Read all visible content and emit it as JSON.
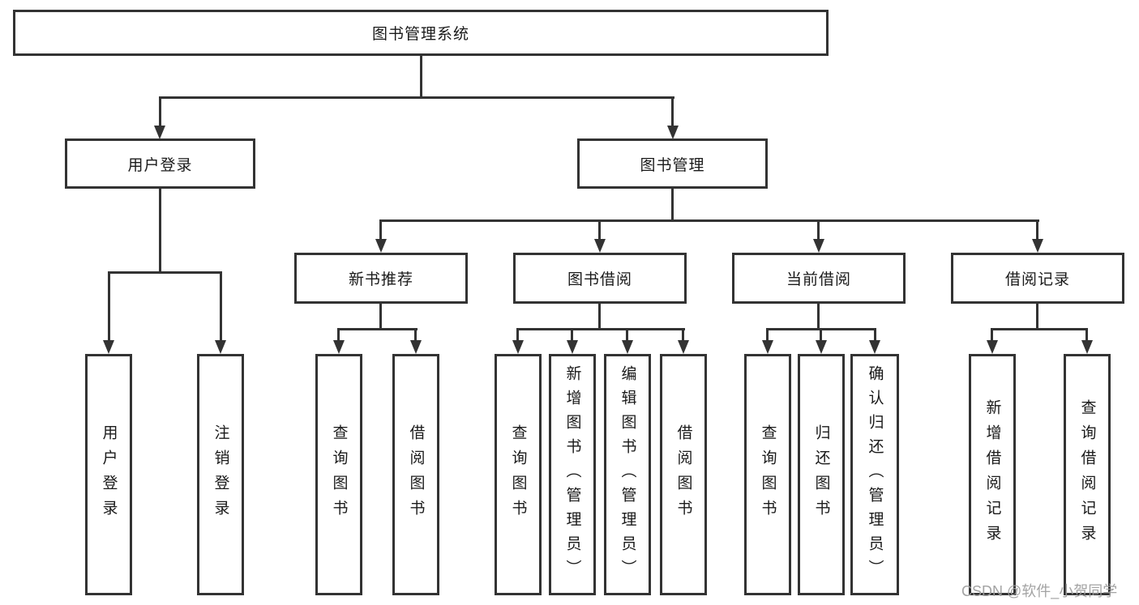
{
  "colors": {
    "line": "#333333",
    "text": "#1a1a1a",
    "watermark": "#9e9e9e"
  },
  "root": {
    "label": "图书管理系统"
  },
  "branches": [
    {
      "label": "用户登录",
      "children": [
        "用户登录",
        "注销登录"
      ]
    },
    {
      "label": "图书管理",
      "children": [
        {
          "label": "新书推荐",
          "children": [
            "查询图书",
            "借阅图书"
          ]
        },
        {
          "label": "图书借阅",
          "children": [
            "查询图书",
            "新增图书（管理员）",
            "编辑图书（管理员）",
            "借阅图书"
          ]
        },
        {
          "label": "当前借阅",
          "children": [
            "查询图书",
            "归还图书",
            "确认归还（管理员）"
          ]
        },
        {
          "label": "借阅记录",
          "children": [
            "新增借阅记录",
            "查询借阅记录"
          ]
        }
      ]
    }
  ],
  "watermark": "CSDN @软件_小贺同学"
}
